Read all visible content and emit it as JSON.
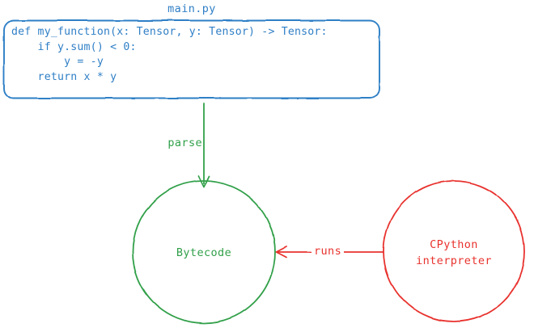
{
  "diagram": {
    "type": "flowchart",
    "style": "hand-drawn sketch",
    "background_color": "#ffffff",
    "colors": {
      "blue": "#2f7fc6",
      "green": "#31a04a",
      "red": "#e8332e"
    },
    "code_box": {
      "title": "main.py",
      "border_color": "#2f7fc6",
      "text_color": "#2f7fc6",
      "code": "def my_function(x: Tensor, y: Tensor) -> Tensor:\n    if y.sum() < 0:\n        y = -y\n    return x * y",
      "lines": [
        "def my_function(x: Tensor, y: Tensor) -> Tensor:",
        "    if y.sum() < 0:",
        "        y = -y",
        "    return x * y"
      ]
    },
    "nodes": [
      {
        "id": "bytecode",
        "label": "Bytecode",
        "shape": "circle",
        "color": "#31a04a"
      },
      {
        "id": "cpython",
        "label": "CPython\ninterpreter",
        "label_lines": [
          "CPython",
          "interpreter"
        ],
        "shape": "circle",
        "color": "#e8332e"
      }
    ],
    "edges": [
      {
        "id": "parse-edge",
        "label": "parse",
        "from": "main.py",
        "to": "bytecode",
        "direction": "down",
        "color": "#31a04a"
      },
      {
        "id": "runs-edge",
        "label": "runs",
        "from": "cpython",
        "to": "bytecode",
        "direction": "left",
        "color": "#e8332e"
      }
    ]
  }
}
